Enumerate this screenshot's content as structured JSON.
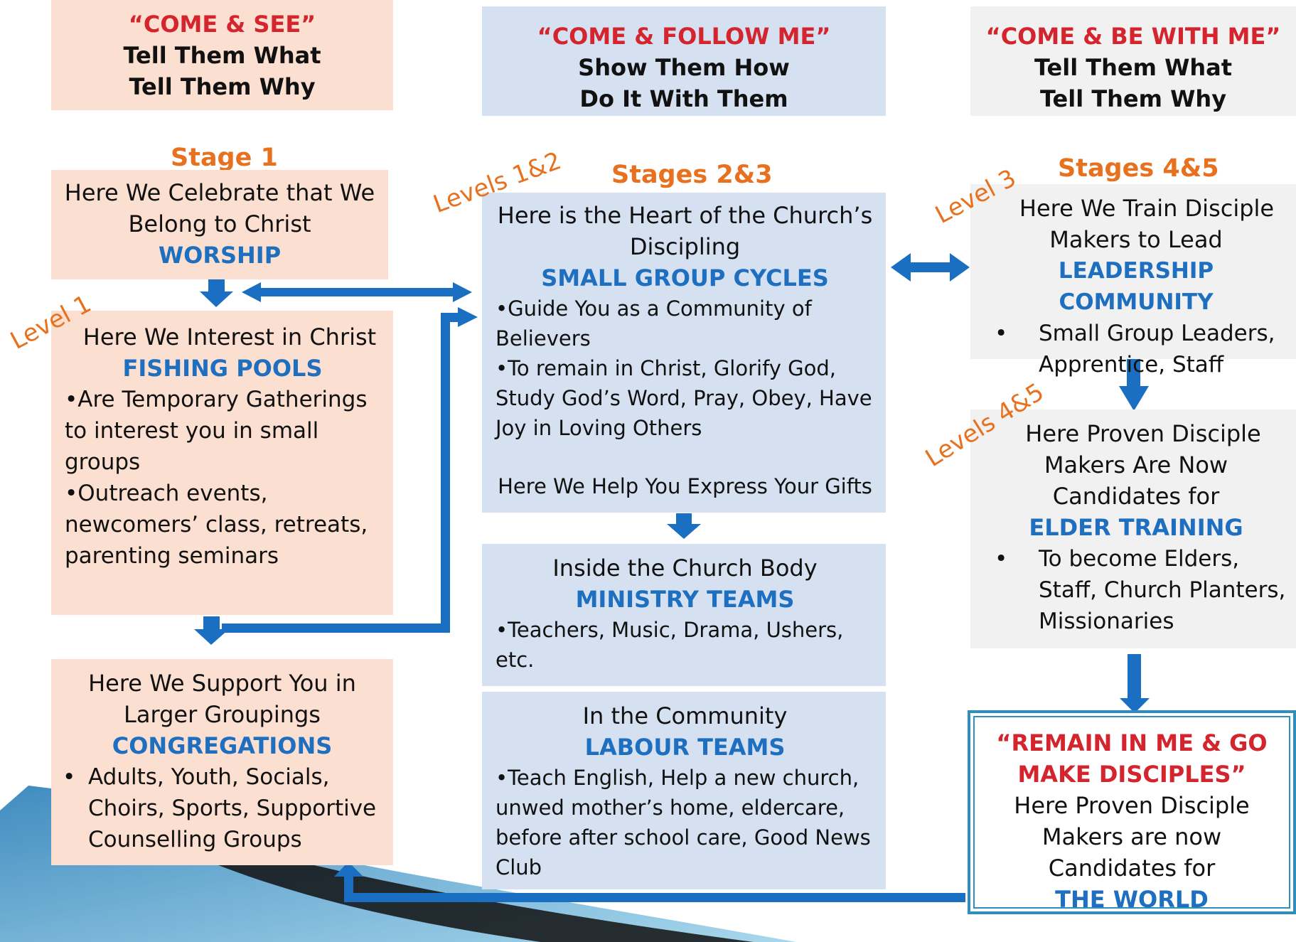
{
  "headers": {
    "col1": {
      "quote": "“COME & SEE”",
      "line1": "Tell Them What",
      "line2": "Tell Them Why"
    },
    "col2": {
      "quote": "“COME & FOLLOW ME”",
      "line1": "Show Them How",
      "line2": "Do It With Them"
    },
    "col3": {
      "quote": "“COME & BE WITH ME”",
      "line1": "Tell Them What",
      "line2": "Tell Them Why"
    }
  },
  "stages": {
    "s1": "Stage 1",
    "s23": "Stages 2&3",
    "s45": "Stages 4&5"
  },
  "levels": {
    "l1": "Level 1",
    "l12": "Levels 1&2",
    "l3": "Level 3",
    "l45": "Levels 4&5"
  },
  "worship": {
    "line1": "Here We Celebrate that We",
    "line2": "Belong to Christ",
    "title": "WORSHIP"
  },
  "fishing": {
    "intro": "Here We Interest in Christ",
    "title": "FISHING POOLS",
    "bullet1": "•Are Temporary Gatherings to interest you in small groups",
    "bullet2": "•Outreach events, newcomers’ class, retreats, parenting seminars"
  },
  "congregations": {
    "line1": "Here We Support You in",
    "line2": "Larger Groupings",
    "title": "CONGREGATIONS",
    "bullet": "•",
    "item": "Adults, Youth, Socials, Choirs, Sports, Supportive Counselling Groups"
  },
  "smallgroups": {
    "line1": "Here is the Heart of the Church’s",
    "line2": "Discipling",
    "title": "SMALL GROUP CYCLES",
    "bullet1": "•Guide You as a Community of Believers",
    "bullet2": "•To remain in Christ, Glorify God, Study God’s Word, Pray, Obey, Have Joy in Loving Others",
    "footer": "Here We Help You Express Your Gifts"
  },
  "ministry": {
    "line1": "Inside the Church Body",
    "title": "MINISTRY TEAMS",
    "bullet": "•Teachers, Music, Drama, Ushers, etc."
  },
  "labour": {
    "line1": "In the Community",
    "title": "LABOUR TEAMS",
    "bullet": "•Teach English, Help a new church, unwed mother’s home, eldercare, before after school care, Good News Club"
  },
  "leadership": {
    "line1": "Here We Train Disciple",
    "line2": "Makers to Lead",
    "title": "LEADERSHIP COMMUNITY",
    "bullet": "•",
    "item": "Small Group Leaders, Apprentice, Staff"
  },
  "elder": {
    "line1": "Here Proven Disciple",
    "line2": "Makers Are Now",
    "line3": "Candidates for",
    "title": "ELDER TRAINING",
    "bullet": "•",
    "item": "To become Elders, Staff, Church Planters, Missionaries"
  },
  "world": {
    "quote1": "“REMAIN IN ME & GO",
    "quote2": "MAKE DISCIPLES”",
    "line1": "Here Proven Disciple",
    "line2": "Makers are now",
    "line3": "Candidates for",
    "title": "THE WORLD"
  },
  "colors": {
    "peach": "#fbdfd0",
    "blue": "#d5e1f1",
    "gray": "#f1f1f1",
    "accent": "#1f6fc1",
    "red": "#d4242d",
    "orange": "#e8711f"
  }
}
